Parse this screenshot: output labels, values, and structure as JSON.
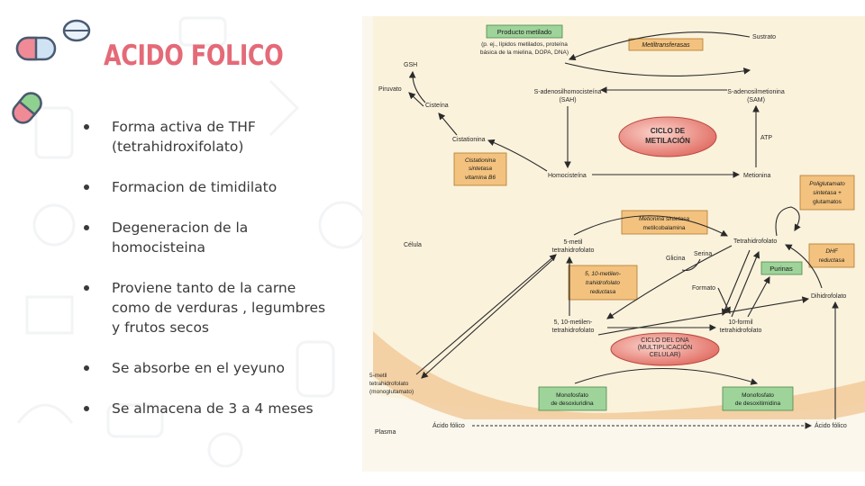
{
  "slide": {
    "title": "ACIDO FOLICO",
    "bullets": [
      "Forma activa de THF (tetrahidroxifolato)",
      "Formacion de timidilato",
      "Degeneracion de la homocisteina",
      "Proviene tanto de la carne como de verduras , legumbres y frutos secos",
      "Se absorbe en el yeyuno",
      "Se almacena de 3 a 4 meses"
    ]
  },
  "diagram": {
    "producto_metilado": "Producto metilado",
    "producto_note_1": "(p. ej., lípidos metilados, proteína",
    "producto_note_2": "básica de la mielina, DOPA, DNA)",
    "metiltransferasas": "Metiltransferasas",
    "sustrato": "Sustrato",
    "gsh": "GSH",
    "piruvato": "Piruvato",
    "cisteina": "Cisteína",
    "sah_1": "S-adenosilhomocisteína",
    "sah_2": "(SAH)",
    "sam_1": "S-adenosilmetionina",
    "sam_2": "(SAM)",
    "ciclo_metilacion_1": "CICLO DE",
    "ciclo_metilacion_2": "METILACIÓN",
    "atp": "ATP",
    "cistationina": "Cistationina",
    "cist_sint_1": "Cistationina",
    "cist_sint_2": "sintetasa",
    "cist_sint_3": "vitamina B6",
    "homocisteina": "Homocisteína",
    "metionina": "Metionina",
    "poliglut_1": "Poliglutamato",
    "poliglut_2": "sintetasa +",
    "poliglut_3": "glutamatos",
    "met_sint_1": "Metionina sintetasa",
    "met_sint_2": "metilcobalamina",
    "celula": "Célula",
    "metil_thf_1": "5-metil",
    "metil_thf_2": "tetrahidrofolato",
    "thf": "Tetrahidrofolato",
    "glicina": "Glicina",
    "serina": "Serina",
    "dhf_red_1": "DHF",
    "dhf_red_2": "reductasa",
    "purinas": "Purinas",
    "mthf_red_1": "5, 10-metilen-",
    "mthf_red_2": "trahidrofolato",
    "mthf_red_3": "reductasa",
    "formato": "Formato",
    "dihidrofolato": "Dihidrofolato",
    "metilen_thf_1": "5, 10-metilen-",
    "metilen_thf_2": "tetrahidrofolato",
    "formil_thf_1": "10-formil",
    "formil_thf_2": "tetrahidrofolato",
    "ciclo_dna_1": "CICLO DEL DNA",
    "ciclo_dna_2": "(MULTIPLICACIÓN",
    "ciclo_dna_3": "CELULAR)",
    "mono_thf_1": "5-metil",
    "mono_thf_2": "tetrahidrofolato",
    "mono_thf_3": "(monoglutamato)",
    "mono_desox_1": "Monofosfato",
    "mono_desox_2": "de desoxiuridina",
    "mono_timid_1": "Monofosfato",
    "mono_timid_2": "de desoxitimidina",
    "plasma": "Plasma",
    "acido_folico_left": "Ácido fólico",
    "acido_folico_right": "Ácido fólico"
  },
  "colors": {
    "title": "#e46a78",
    "text": "#3a3a3a",
    "green_box": "#9ed39a",
    "orange_box": "#f3c27e",
    "cycle_red": "#e0665c",
    "cell_bg": "#fbf2dc",
    "cell_rim": "#e8b07a",
    "pill_pink": "#f08a96",
    "pill_green": "#8fd18f",
    "pill_blue": "#cfe3f5"
  }
}
